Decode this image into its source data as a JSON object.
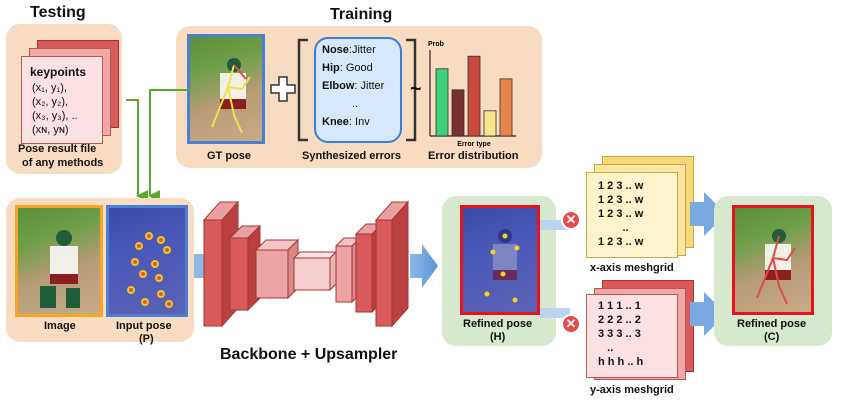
{
  "titles": {
    "testing": "Testing",
    "training": "Training"
  },
  "testing": {
    "keypoints_title": "keypoints",
    "keypoints": [
      "(x₁, y₁),",
      "(x₂, y₂),",
      "(x₃, y₃), ..",
      "(xɴ, yɴ)"
    ],
    "caption_line1": "Pose result file",
    "caption_line2": "of any methods"
  },
  "training": {
    "gt_pose_label": "GT pose",
    "errors": [
      {
        "joint": "Nose",
        "value": ":Jitter"
      },
      {
        "joint": "Hip",
        "value": ": Good"
      },
      {
        "joint": "Elbow",
        "value": ": Jitter"
      },
      {
        "joint": "",
        "value": ".."
      },
      {
        "joint": "Knee",
        "value": ": Inv"
      }
    ],
    "synth_label": "Synthesized errors",
    "tilde": "~",
    "dist_label": "Error distribution",
    "prob_label": "Prob",
    "error_type_label": "Error type"
  },
  "chart_data": {
    "type": "bar",
    "title": "",
    "xlabel": "Error type",
    "ylabel": "Prob",
    "categories": [
      "",
      "",
      "",
      "",
      ""
    ],
    "values": [
      0.8,
      0.55,
      0.95,
      0.3,
      0.68
    ],
    "colors": [
      "#3ed17a",
      "#7a2e2e",
      "#c94a3c",
      "#f7e58a",
      "#e8864a"
    ]
  },
  "inputs": {
    "image_label": "Image",
    "input_pose_label": "Input pose",
    "input_pose_sub": "(P)"
  },
  "network": {
    "label": "Backbone + Upsampler"
  },
  "refined_h": {
    "label": "Refined pose",
    "sub": "(H)"
  },
  "x_grid": {
    "rows": [
      "1 2 3 .. w",
      "1 2 3 .. w",
      "1 2 3 .. w",
      "        ..",
      "1 2 3 .. w"
    ],
    "label": "x-axis meshgrid"
  },
  "y_grid": {
    "rows": [
      "1 1 1 .. 1",
      "2 2 2 .. 2",
      "3 3 3 .. 3",
      "   ..",
      "h h h .. h"
    ],
    "label": "y-axis meshgrid"
  },
  "refined_c": {
    "label": "Refined pose",
    "sub": "(C)"
  },
  "multiply_symbol": "⊗",
  "colors": {
    "peach": "#f8dcc2",
    "green": "#d6e8cd",
    "blue_border": "#4a7fd6",
    "red_border": "#e8121b",
    "orange_border": "#f5a623"
  }
}
